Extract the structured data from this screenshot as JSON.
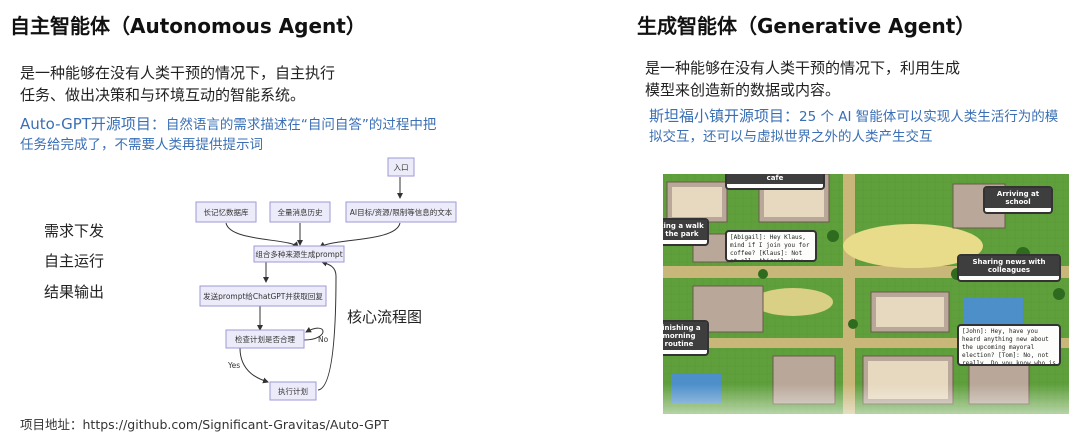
{
  "left": {
    "title": "自主智能体（Autonomous Agent）",
    "desc_line1": "是一种能够在没有人类干预的情况下，自主执行",
    "desc_line2": "任务、做出决策和与环境互动的智能系统。",
    "project_title": "Auto-GPT开源项目：",
    "project_desc_1": "自然语言的需求描述在“自问自答”的过程中把",
    "project_desc_2": "任务给完成了，不需要人类再提供提示词",
    "side_labels": [
      "需求下发",
      "自主运行",
      "结果输出"
    ],
    "core_label": "核心流程图",
    "footer": "项目地址：https://github.com/Significant-Gravitas/Auto-GPT"
  },
  "flowchart": {
    "nodes": {
      "entry": "入口",
      "long_memory": "长记忆数据库",
      "full_history": "全量消息历史",
      "goals": "AI目标/资源/限制等信息的文本",
      "combine": "组合多种来源生成prompt",
      "send": "发送prompt给ChatGPT并获取回复",
      "check": "检查计划是否合理",
      "execute": "执行计划"
    },
    "edge_labels": {
      "no": "No",
      "yes": "Yes"
    }
  },
  "right": {
    "title": "生成智能体（Generative Agent）",
    "desc_line1": "是一种能够在没有人类干预的情况下，利用生成",
    "desc_line2": "模型来创造新的数据或内容。",
    "project_title": "斯坦福小镇开源项目：",
    "project_desc_1": "25 个 AI 智能体可以实现人类生活行为的模",
    "project_desc_2": "拟交互，还可以与虚拟世界之外的人类产生交互",
    "map_bubbles": {
      "coffee": "Joining for coffee at a cafe",
      "walk": "Taking a walk in the park",
      "school": "Arriving at school",
      "news": "Sharing news with colleagues",
      "morning": "Finishing a morning routine",
      "dialog_1": "[Abigail]: Hey Klaus, mind if I join you for coffee? [Klaus]: Not at all, Abigail. How are you?",
      "dialog_2": "[John]: Hey, have you heard anything new about the upcoming mayoral election? [Tom]: No, not really. Do you know who is running?"
    }
  }
}
